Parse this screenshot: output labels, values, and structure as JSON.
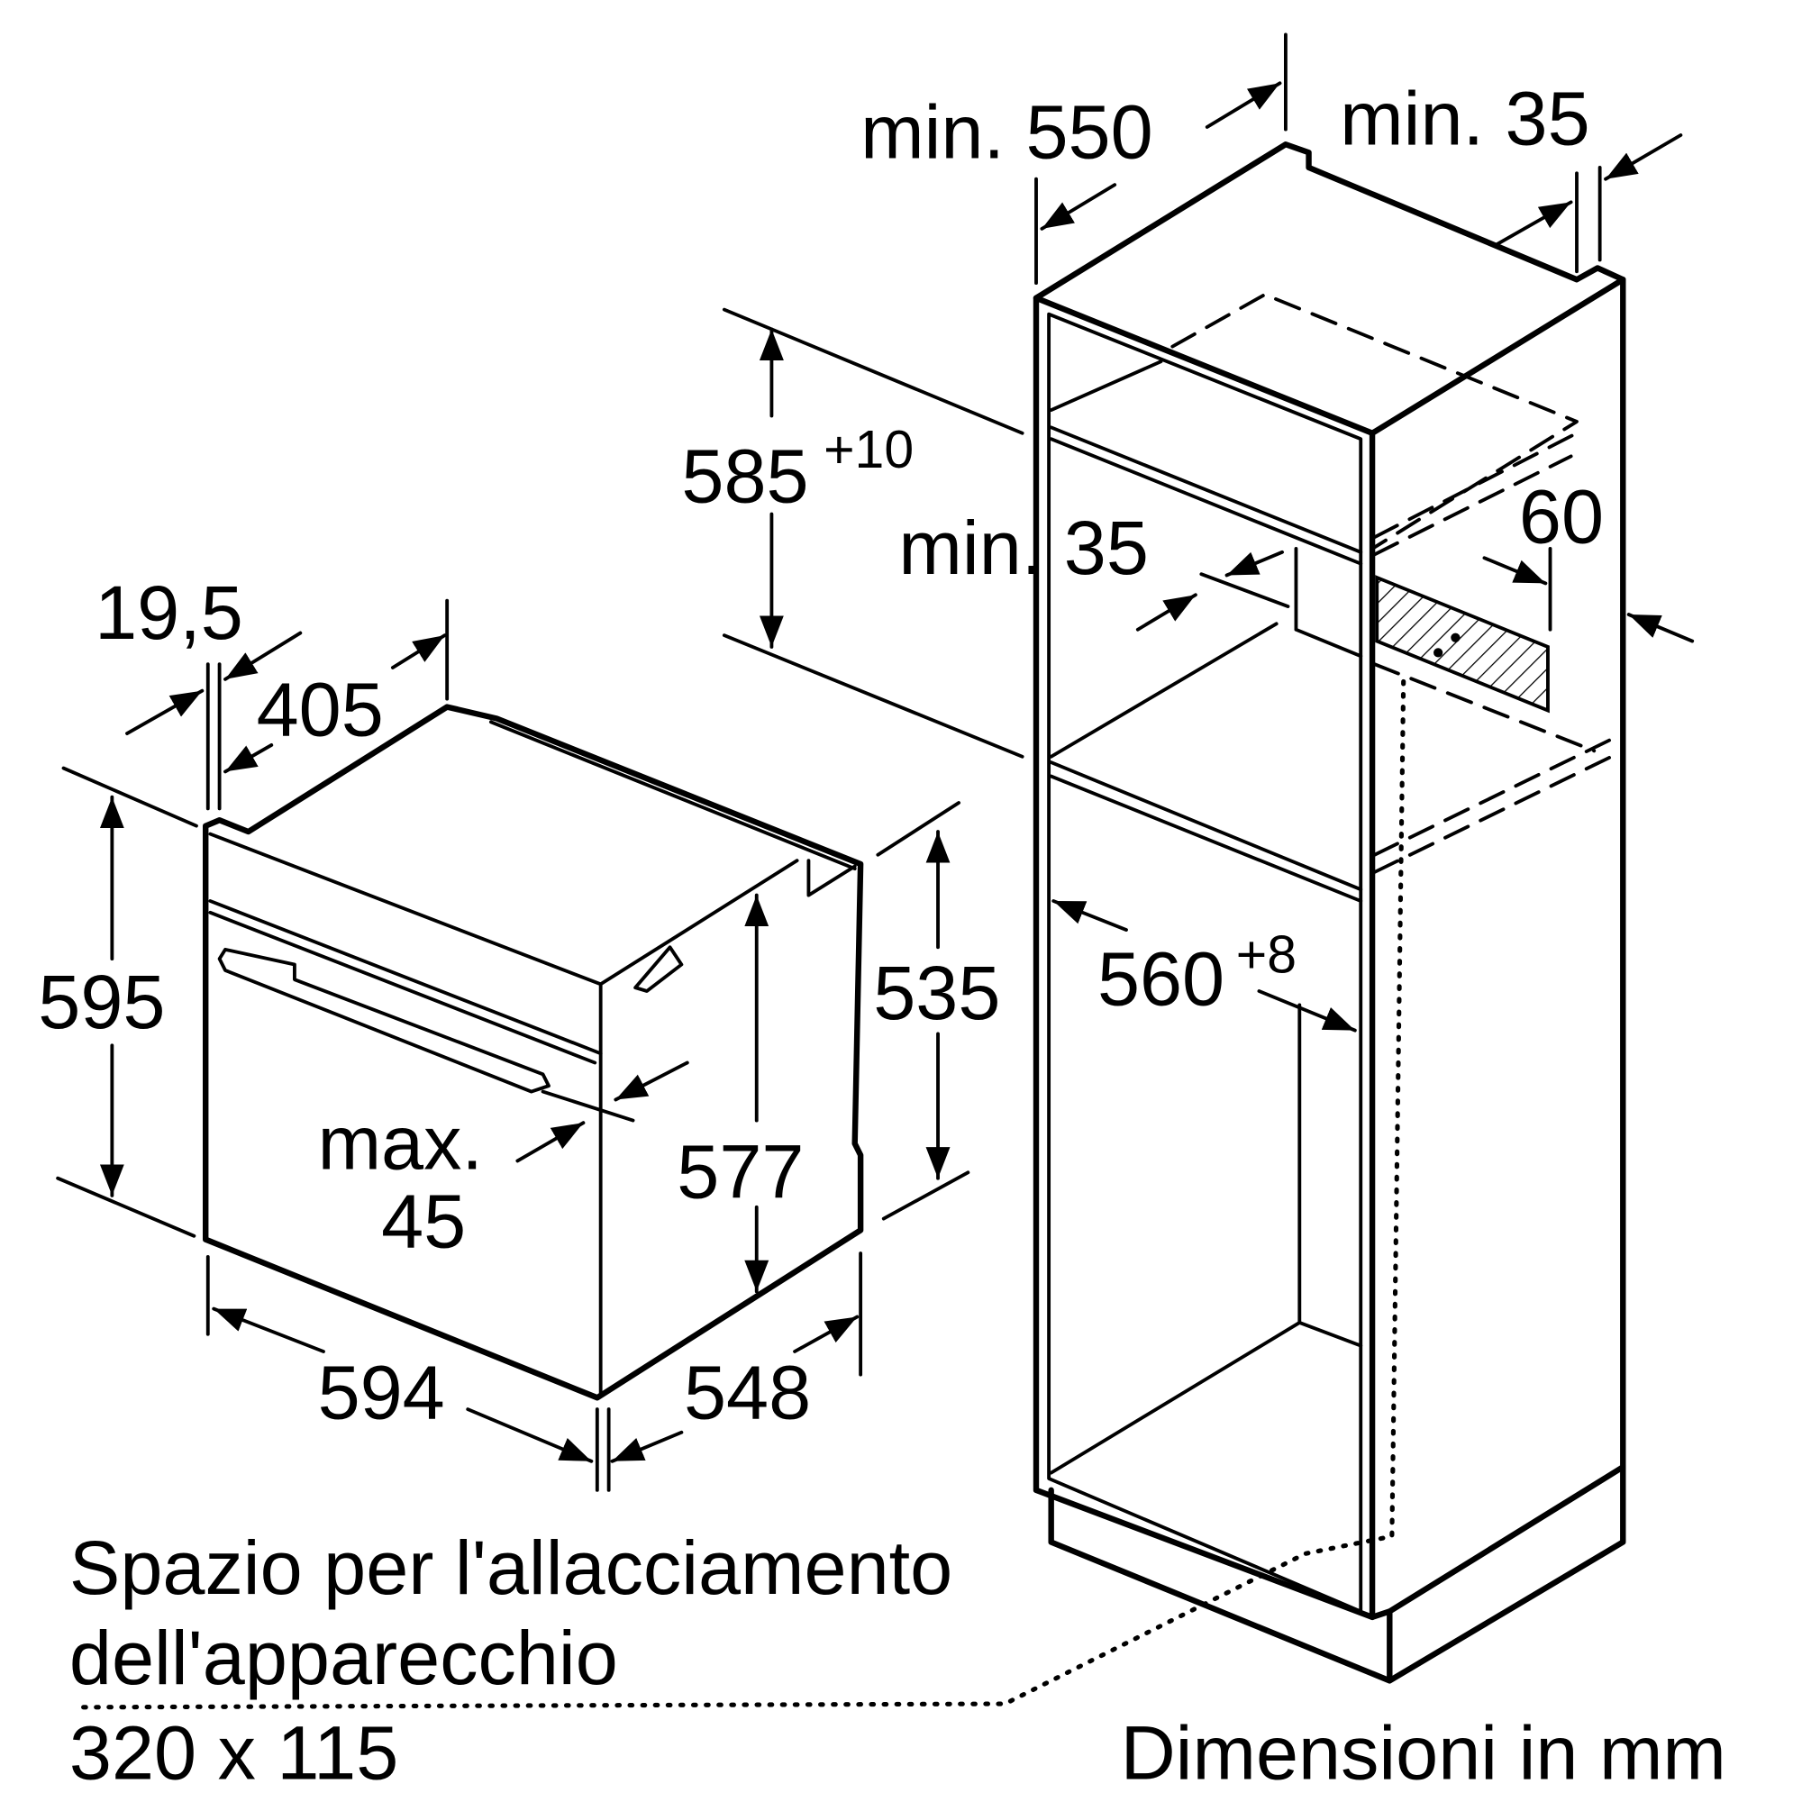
{
  "oven": {
    "depth_top": "19,5",
    "depth_panel": "405",
    "height": "595",
    "height_inner": "577",
    "depth_body": "535",
    "max_label": "max.",
    "max_value": "45",
    "width": "594",
    "depth": "548"
  },
  "cabinet": {
    "min_depth": "min. 550",
    "min_top": "min. 35",
    "niche_height": "585",
    "niche_height_tol": "+10",
    "min_gap": "min. 35",
    "vent": "60",
    "niche_width": "560",
    "niche_width_tol": "+8"
  },
  "note": {
    "line1": "Spazio per l'allacciamento",
    "line2": "dell'apparecchio",
    "line3": "320 x 115"
  },
  "units_label": "Dimensioni in mm"
}
